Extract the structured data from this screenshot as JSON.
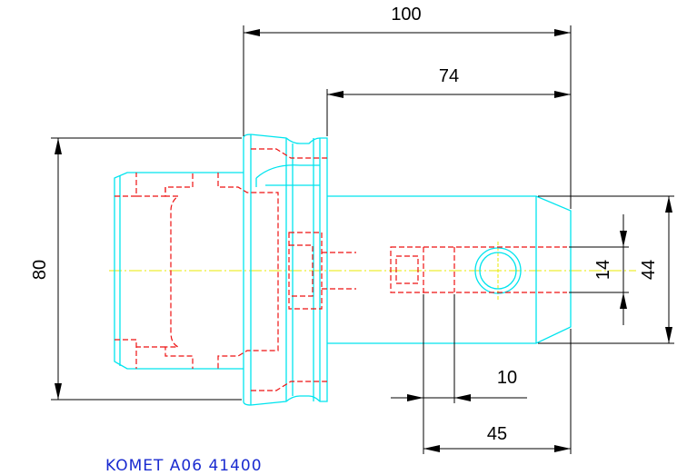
{
  "dimensions": {
    "overall_length": "100",
    "shank_length": "74",
    "flange_diameter": "80",
    "shank_diameter": "44",
    "bore_diameter": "14",
    "bore_depth": "10",
    "bore_offset": "45"
  },
  "title": "KOMET A06 41400",
  "colors": {
    "outline": "#00e4ee",
    "hidden": "#ee1111",
    "dimension": "#000000",
    "centerline": "#e8e800",
    "title": "#1a2bd0"
  }
}
